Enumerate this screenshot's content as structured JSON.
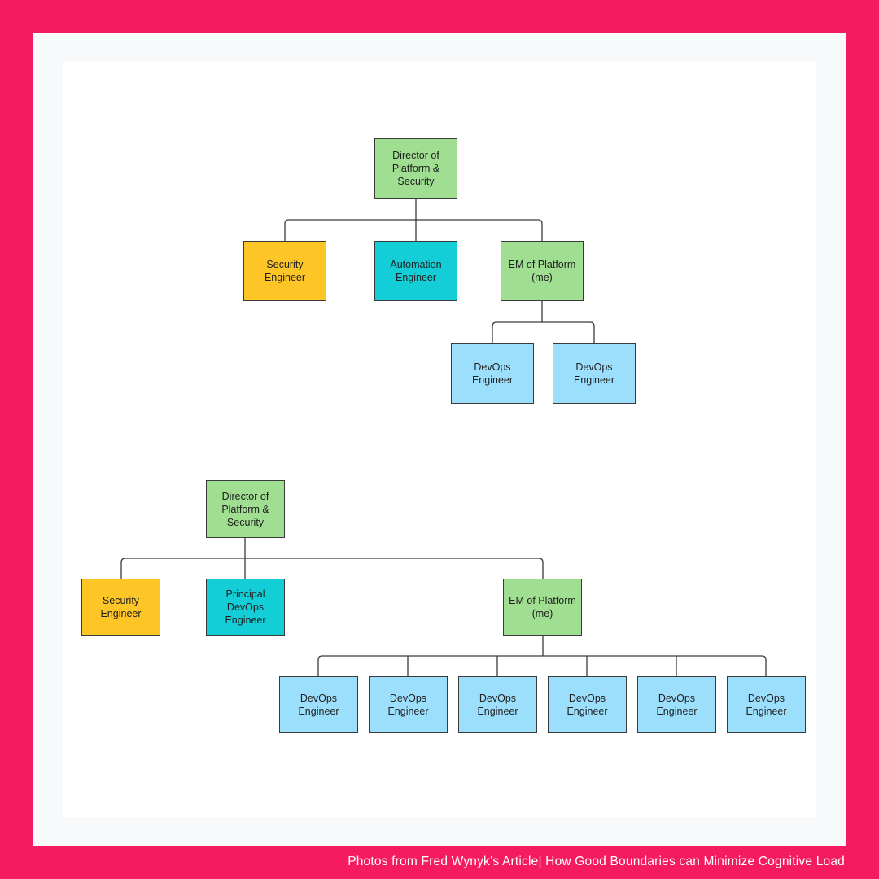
{
  "colors": {
    "background": "#f51b61",
    "frame": "#f8f9fa",
    "canvas": "#ffffff",
    "manager": "#a0de91",
    "security": "#fdc526",
    "automation": "#14ced7",
    "devops": "#9cdffd",
    "line": "#3a3a3a"
  },
  "chart_top": {
    "director": "Director of\nPlatform &\nSecurity",
    "security": "Security\nEngineer",
    "automation": "Automation\nEngineer",
    "em": "EM of Platform\n(me)",
    "devops": [
      "DevOps\nEngineer",
      "DevOps\nEngineer"
    ]
  },
  "chart_bottom": {
    "director": "Director of\nPlatform &\nSecurity",
    "security": "Security\nEngineer",
    "principal": "Principal DevOps\nEngineer",
    "em": "EM of Platform\n(me)",
    "devops": [
      "DevOps\nEngineer",
      "DevOps\nEngineer",
      "DevOps\nEngineer",
      "DevOps\nEngineer",
      "DevOps\nEngineer",
      "DevOps\nEngineer"
    ]
  },
  "caption": "Photos from Fred Wynyk’s Article| How Good Boundaries can Minimize Cognitive Load"
}
